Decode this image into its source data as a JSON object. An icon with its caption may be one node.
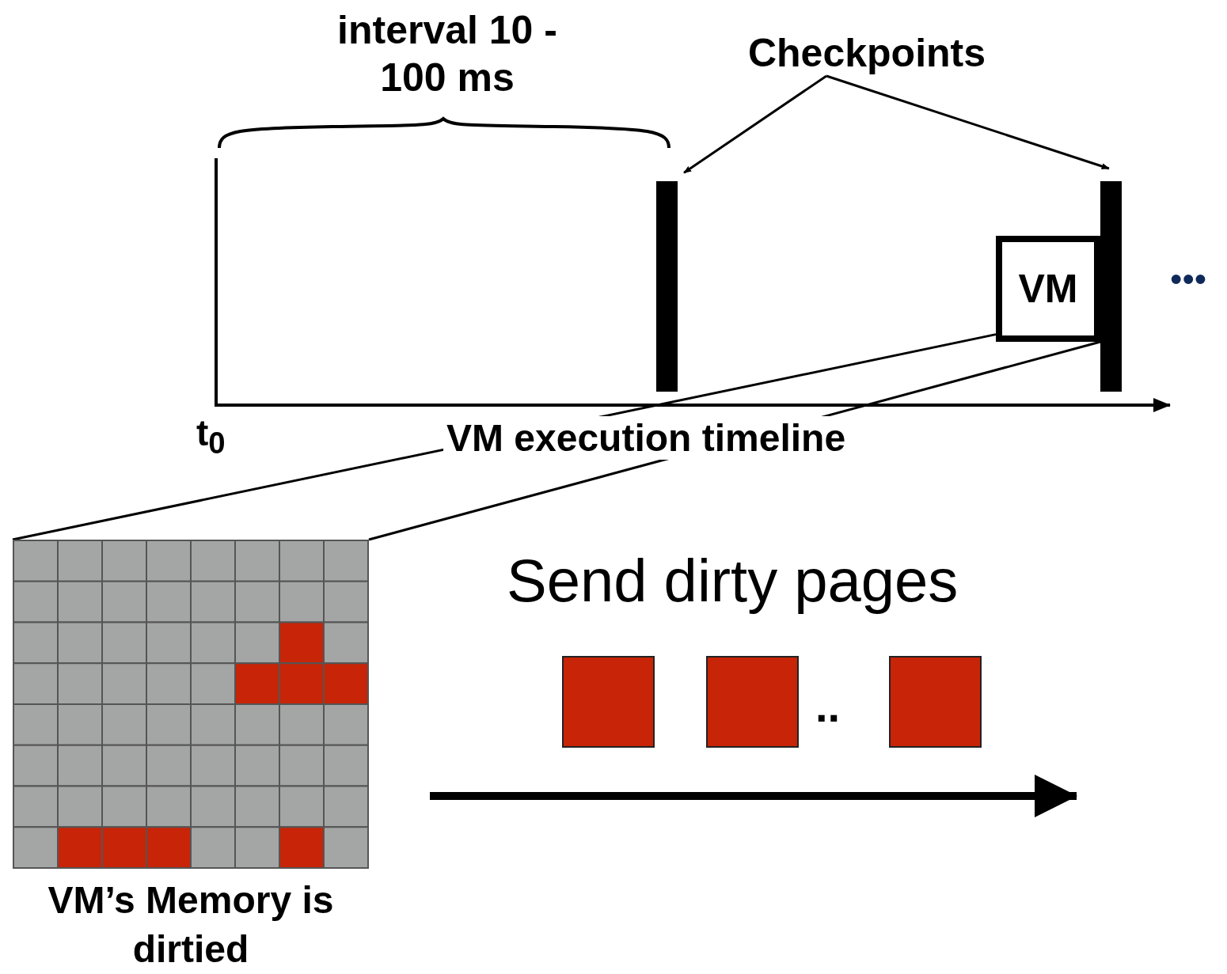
{
  "diagram": {
    "nodes": [
      {
        "text": [
          "Checkpoints"
        ]
      },
      {
        "text": [],
        "shape": "bar"
      },
      {
        "text": [],
        "shape": "bar"
      },
      {
        "text": [
          "VM"
        ]
      },
      {
        "text": [
          "VM’s Memory is dirtied"
        ]
      }
    ],
    "edges": [
      {
        "from": 0,
        "to": 1,
        "arrow": "to"
      },
      {
        "from": 0,
        "to": 2,
        "arrow": "to"
      },
      {
        "from": 3,
        "to": 4,
        "arrow": "none"
      },
      {
        "from": 3,
        "to": 4,
        "arrow": "none"
      }
    ],
    "labels": [
      "interval 10 - 100 ms",
      "•••",
      "t$_{0}$",
      "VM execution timeline",
      "Send dirty pages",
      ".."
    ]
  }
}
